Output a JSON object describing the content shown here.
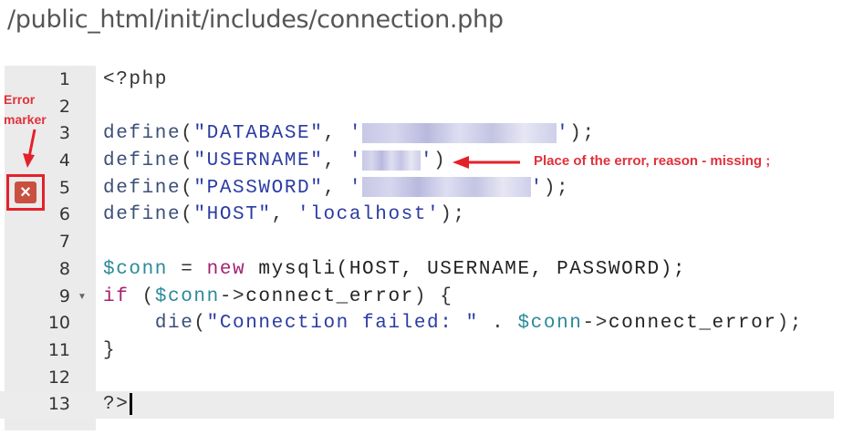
{
  "file_path": "/public_html/init/includes/connection.php",
  "annotations": {
    "error_marker": [
      "Error",
      "marker"
    ],
    "error_note": "Place of the error, reason - missing ;",
    "error_icon": "close-icon",
    "colors": {
      "annotation": "#e0313b",
      "error_icon": "#c9503f"
    }
  },
  "editor": {
    "active_line": 13,
    "error_line": 5,
    "fold_line": 9,
    "lines": [
      {
        "n": "1",
        "tokens": [
          [
            "p",
            "<?php"
          ]
        ]
      },
      {
        "n": "2",
        "tokens": []
      },
      {
        "n": "3",
        "tokens": [
          [
            "fn",
            "define"
          ],
          [
            "p",
            "("
          ],
          [
            "str",
            "\"DATABASE\""
          ],
          [
            "p",
            ", "
          ],
          [
            "str",
            "'"
          ],
          [
            "redact",
            15
          ],
          [
            "str",
            "'"
          ],
          [
            "p",
            ");"
          ]
        ]
      },
      {
        "n": "4",
        "tokens": [
          [
            "fn",
            "define"
          ],
          [
            "p",
            "("
          ],
          [
            "str",
            "\"USERNAME\""
          ],
          [
            "p",
            ", "
          ],
          [
            "str",
            "'"
          ],
          [
            "redact",
            4.5
          ],
          [
            "str",
            "'"
          ],
          [
            "p",
            ")"
          ]
        ]
      },
      {
        "n": "5",
        "tokens": [
          [
            "fn",
            "define"
          ],
          [
            "p",
            "("
          ],
          [
            "str",
            "\"PASSWORD\""
          ],
          [
            "p",
            ", "
          ],
          [
            "str",
            "'"
          ],
          [
            "redact",
            13
          ],
          [
            "str",
            "'"
          ],
          [
            "p",
            ");"
          ]
        ]
      },
      {
        "n": "6",
        "tokens": [
          [
            "fn",
            "define"
          ],
          [
            "p",
            "("
          ],
          [
            "str",
            "\"HOST\""
          ],
          [
            "p",
            ", "
          ],
          [
            "str",
            "'localhost'"
          ],
          [
            "p",
            ");"
          ]
        ]
      },
      {
        "n": "7",
        "tokens": []
      },
      {
        "n": "8",
        "tokens": [
          [
            "var",
            "$conn"
          ],
          [
            "p",
            " = "
          ],
          [
            "kw",
            "new"
          ],
          [
            "id",
            " mysqli(HOST, USERNAME, PASSWORD);"
          ]
        ]
      },
      {
        "n": "9",
        "tokens": [
          [
            "kw",
            "if"
          ],
          [
            "p",
            " ("
          ],
          [
            "var",
            "$conn"
          ],
          [
            "p",
            "->"
          ],
          [
            "id",
            "connect_error"
          ],
          [
            "p",
            ") {"
          ]
        ]
      },
      {
        "n": "10",
        "tokens": [
          [
            "p",
            "    "
          ],
          [
            "fn",
            "die"
          ],
          [
            "p",
            "("
          ],
          [
            "str",
            "\"Connection failed: \""
          ],
          [
            "p",
            " . "
          ],
          [
            "var",
            "$conn"
          ],
          [
            "p",
            "->"
          ],
          [
            "id",
            "connect_error"
          ],
          [
            "p",
            ");"
          ]
        ]
      },
      {
        "n": "11",
        "tokens": [
          [
            "p",
            "}"
          ]
        ]
      },
      {
        "n": "12",
        "tokens": []
      },
      {
        "n": "13",
        "tokens": [
          [
            "p",
            "?>"
          ]
        ]
      }
    ]
  }
}
